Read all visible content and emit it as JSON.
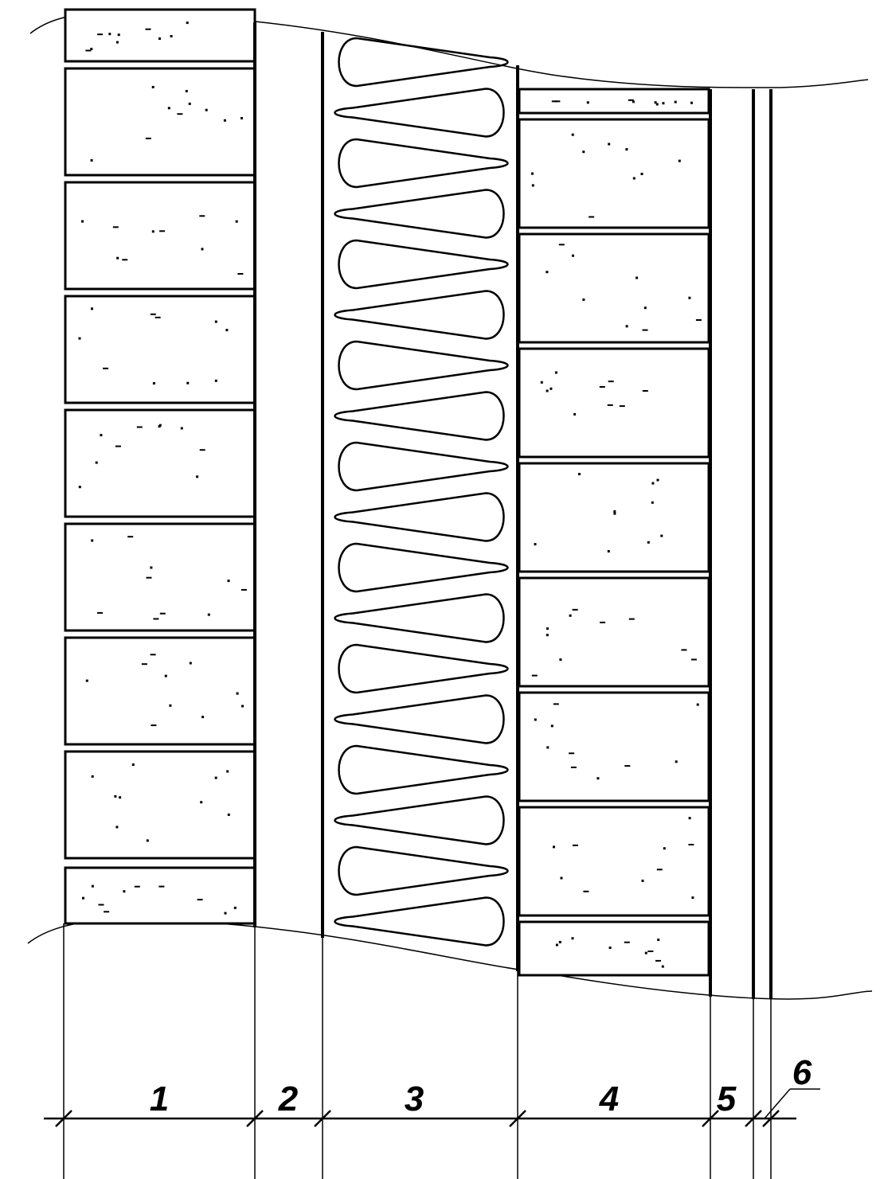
{
  "diagram": {
    "layers": [
      {
        "id": "layer-1",
        "label": "1",
        "material": "masonry"
      },
      {
        "id": "layer-2",
        "label": "2",
        "material": "gap"
      },
      {
        "id": "layer-3",
        "label": "3",
        "material": "insulation"
      },
      {
        "id": "layer-4",
        "label": "4",
        "material": "masonry"
      },
      {
        "id": "layer-5",
        "label": "5",
        "material": "gap"
      },
      {
        "id": "layer-6",
        "label": "6",
        "material": "finish"
      }
    ],
    "layer_dimension_marks": [
      "1",
      "2",
      "3",
      "4",
      "5",
      "6"
    ]
  }
}
